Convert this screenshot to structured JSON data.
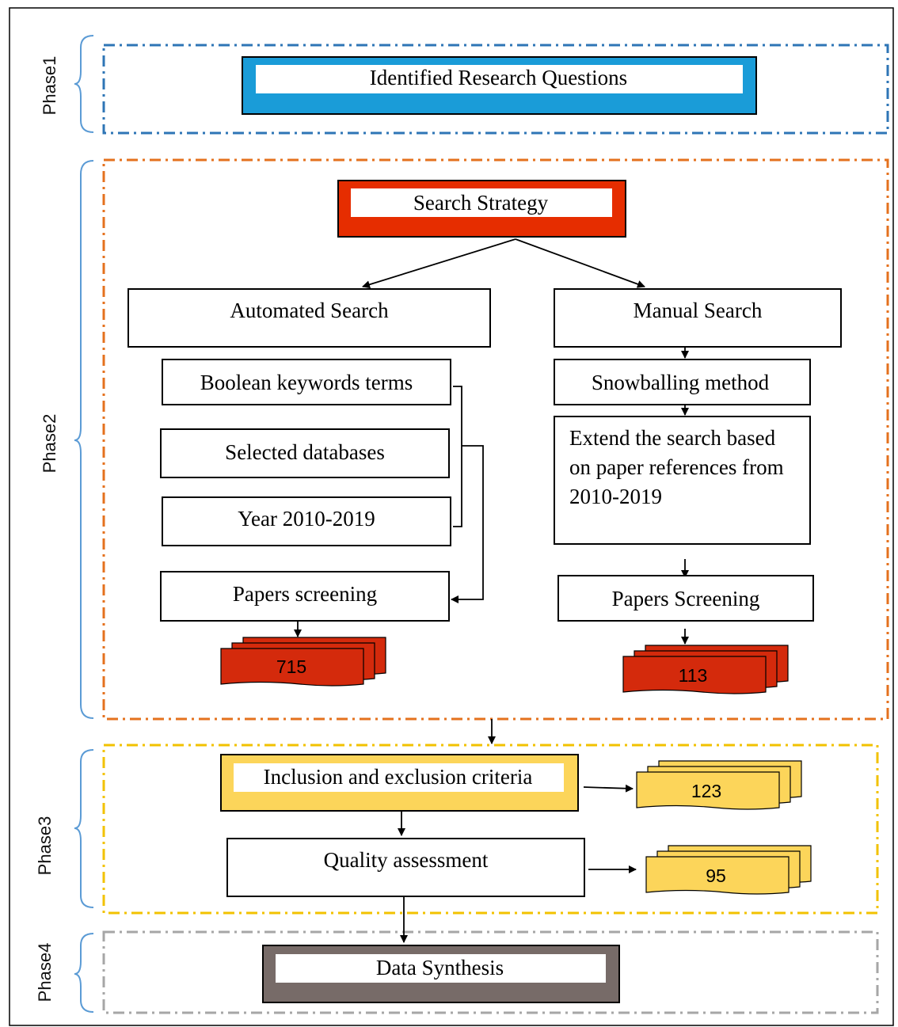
{
  "phases": {
    "phase1": "Phase1",
    "phase2": "Phase2",
    "phase3": "Phase3",
    "phase4": "Phase4"
  },
  "nodes": {
    "research_questions": "Identified Research Questions",
    "search_strategy": "Search Strategy",
    "automated_search": "Automated Search",
    "manual_search": "Manual Search",
    "boolean_keywords": "Boolean keywords terms",
    "selected_databases": "Selected databases",
    "year_range": "Year 2010-2019",
    "papers_screening_auto": "Papers screening",
    "snowballing": "Snowballing method",
    "extend_search": "Extend the search based on paper references from 2010-2019",
    "papers_screening_manual": "Papers Screening",
    "inclusion_exclusion": "Inclusion and exclusion criteria",
    "quality_assessment": "Quality assessment",
    "data_synthesis": "Data Synthesis"
  },
  "counts": {
    "automated": "715",
    "manual": "113",
    "after_inclusion": "123",
    "after_quality": "95"
  },
  "colors": {
    "phase1": "#2e75b6",
    "phase2": "#e4711e",
    "phase3": "#f2c200",
    "phase4": "#a6a6a6",
    "bracket": "#5b9bd5",
    "research_fill": "#1a9cd8",
    "strategy_fill": "#e62d00",
    "red_doc": "#d42a0c",
    "inclusion_fill": "#fcd55a",
    "yellow_doc": "#fcd55a",
    "synthesis_fill": "#776b68"
  }
}
